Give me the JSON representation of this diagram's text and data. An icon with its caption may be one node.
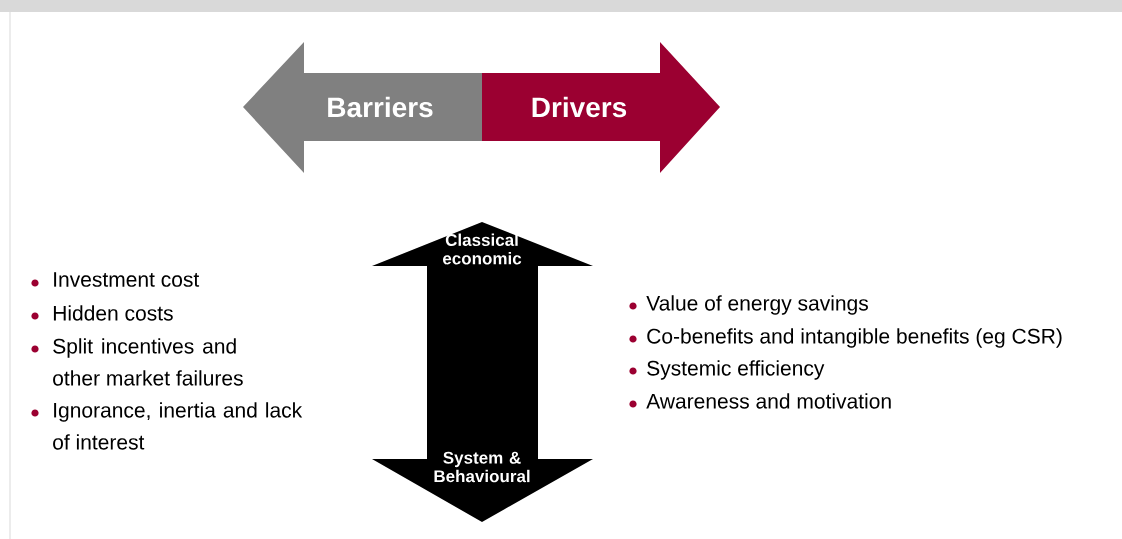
{
  "diagram": {
    "nodes": [
      {
        "text": [
          "Barriers"
        ]
      },
      {
        "text": [
          "Drivers"
        ]
      },
      {
        "text": [
          "Classical economic",
          "System & Behavioural"
        ]
      }
    ],
    "labels": [
      "Investment cost",
      "Hidden costs",
      "Split incentives and other market failures",
      "Ignorance, inertia and lack of interest",
      "Value of energy savings",
      "Co-benefits and intangible benefits (eg CSR)",
      "Systemic efficiency",
      "Awareness and motivation"
    ]
  }
}
